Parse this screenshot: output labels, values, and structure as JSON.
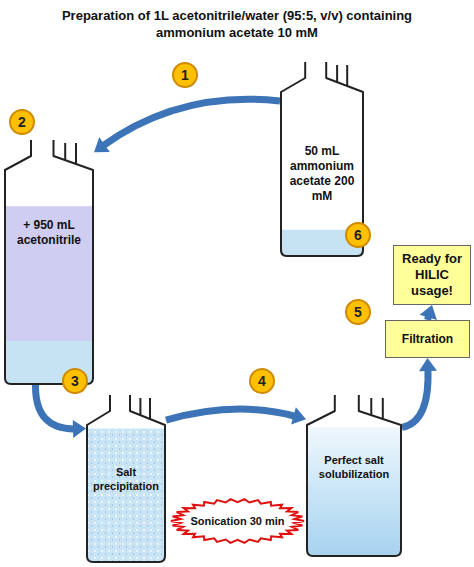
{
  "diagram": {
    "title": "Preparation of 1L acetonitrile/water (95:5, v/v) containing ammonium acetate 10 mM",
    "nodes": [
      {
        "text": [
          "50 mL ammonium acetate 200 mM"
        ]
      },
      {
        "text": [
          "+ 950 mL acetonitrile"
        ]
      },
      {
        "text": [
          "Salt precipitation"
        ]
      },
      {
        "text": [
          "Perfect salt solubilization"
        ]
      },
      {
        "text": [
          "Filtration"
        ]
      },
      {
        "text": [
          "Ready for HILIC usage!"
        ]
      },
      {
        "text": [
          "Sonication 30 min"
        ]
      }
    ],
    "edges": [
      {
        "from": 0,
        "to": 1,
        "arrow": "to"
      },
      {
        "from": 1,
        "to": 2,
        "arrow": "to"
      },
      {
        "from": 2,
        "to": 3,
        "arrow": "to"
      },
      {
        "from": 3,
        "to": 4,
        "arrow": "to"
      },
      {
        "from": 4,
        "to": 5,
        "arrow": "to"
      }
    ],
    "labels": [
      "1",
      "2",
      "3",
      "4",
      "5",
      "6"
    ]
  }
}
